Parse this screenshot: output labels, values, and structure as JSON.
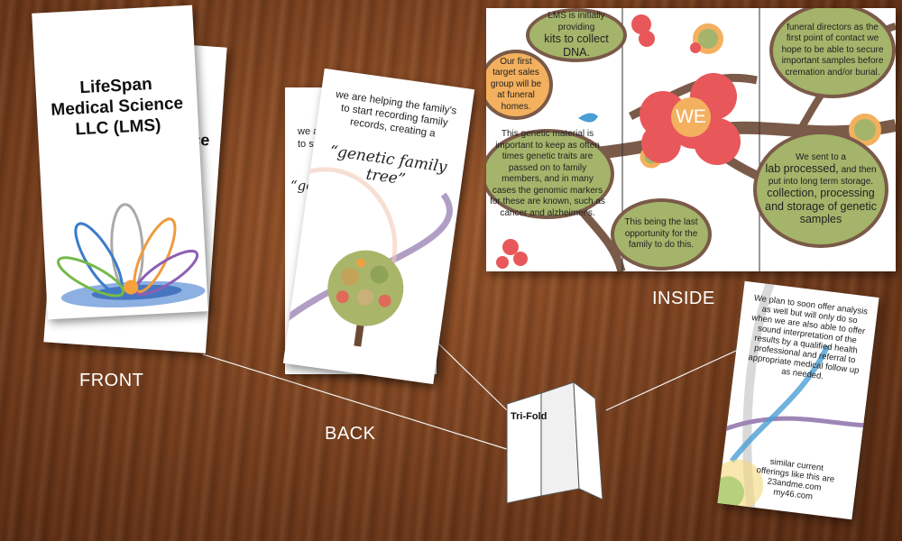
{
  "front": {
    "title": "LifeSpan\nMedical Science\nLLC (LMS)",
    "behind_fragment": "ce"
  },
  "back": {
    "text": "we are helping the family's to start recording family records, creating a",
    "quote": "“genetic family tree”",
    "behind_fragment_1": "we a",
    "behind_fragment_2": "to st",
    "behind_quote_fragment": "“ge"
  },
  "inside": {
    "leaf_1": "LMS is initially providing",
    "leaf_1_big": "kits to collect DNA.",
    "leaf_2": "Our first target sales group will be at funeral homes.",
    "leaf_3": "This genetic material is important to keep as often times genetic traits are passed on to family members, and in many cases the genomic markers for these are known, such as cancer and alzheimer's.",
    "leaf_4": "This being the last opportunity for the family to do this.",
    "center_word": "WE",
    "leaf_5": "funeral directors as the first point of contact we hope to be able to secure important samples before cremation and/or burial.",
    "leaf_6_a": "We sent to a",
    "leaf_6_big": "lab processed,",
    "leaf_6_b": "and then put into long term storage.",
    "leaf_6_c": "collection, processing and storage of genetic samples"
  },
  "right_card": {
    "text": "We plan to soon offer analysis as well but will only do so when we are also able to offer sound interpretation of the results by a qualified health professional and referral to appropriate medical follow up as needed.",
    "footer": "similar current offerings like this are 23andme.com my46.com"
  },
  "trifold_label": "Tri-Fold",
  "captions": {
    "front": "FRONT",
    "back": "BACK",
    "inside": "INSIDE"
  },
  "colors": {
    "leaf_green": "#a4b46a",
    "branch_brown": "#7a5a48",
    "flower_red": "#e8575a",
    "flower_orange": "#f3b05e",
    "bird_blue": "#4a9fd4",
    "swoosh_purple": "#9d86b6"
  }
}
